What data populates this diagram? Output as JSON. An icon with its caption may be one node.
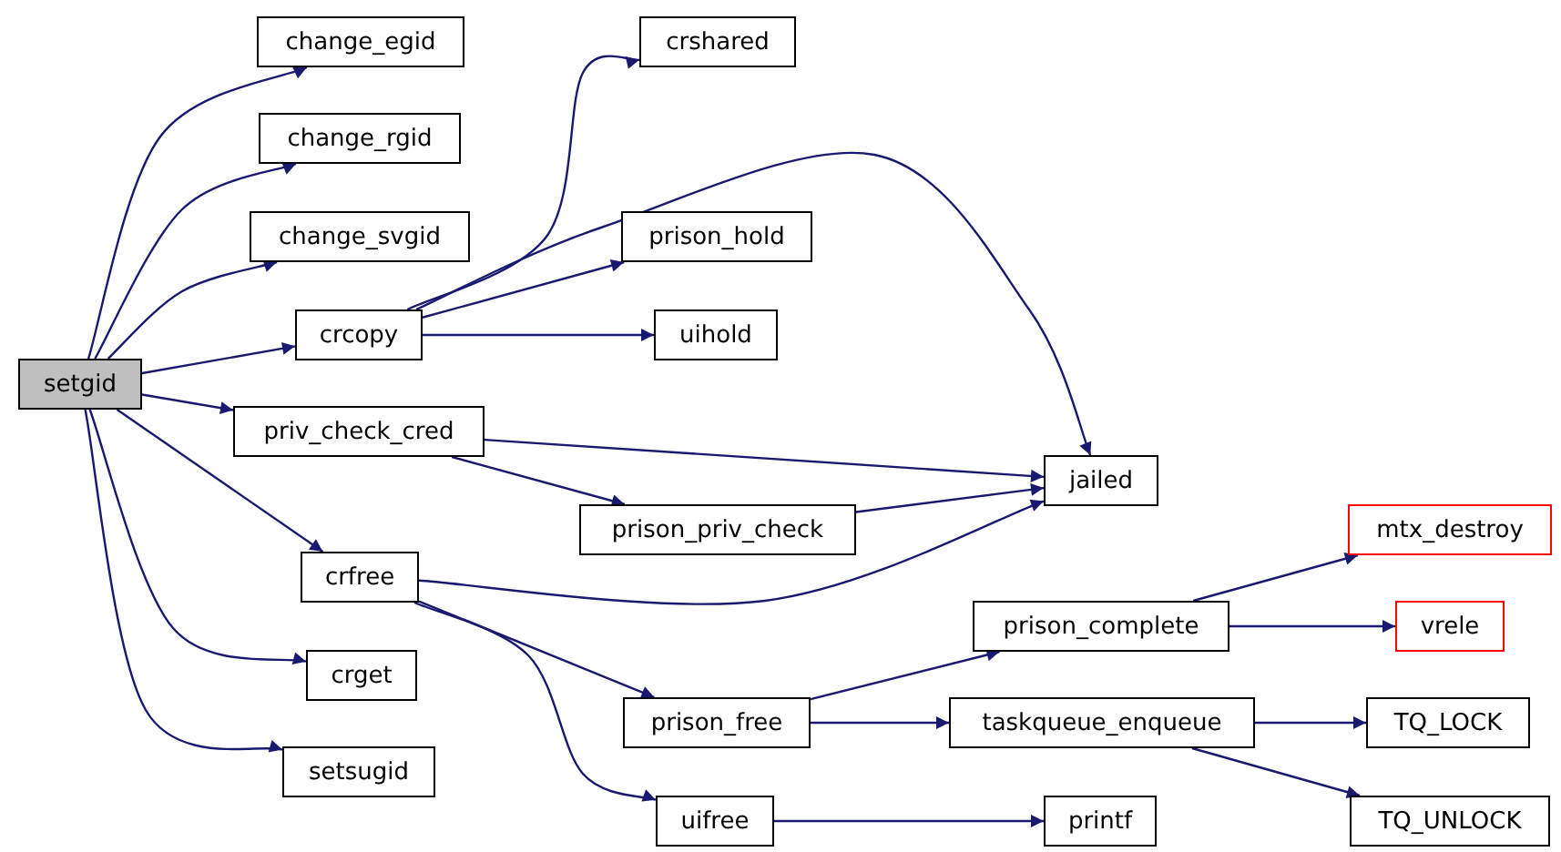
{
  "diagram": {
    "nodes": [
      {
        "text": [
          "setgid"
        ]
      },
      {
        "text": [
          "change_egid"
        ]
      },
      {
        "text": [
          "change_rgid"
        ]
      },
      {
        "text": [
          "change_svgid"
        ]
      },
      {
        "text": [
          "crcopy"
        ]
      },
      {
        "text": [
          "priv_check_cred"
        ]
      },
      {
        "text": [
          "crfree"
        ]
      },
      {
        "text": [
          "crget"
        ]
      },
      {
        "text": [
          "setsugid"
        ]
      },
      {
        "text": [
          "crshared"
        ]
      },
      {
        "text": [
          "prison_hold"
        ]
      },
      {
        "text": [
          "uihold"
        ]
      },
      {
        "text": [
          "prison_priv_check"
        ]
      },
      {
        "text": [
          "jailed"
        ]
      },
      {
        "text": [
          "prison_free"
        ]
      },
      {
        "text": [
          "uifree"
        ]
      },
      {
        "text": [
          "prison_complete"
        ]
      },
      {
        "text": [
          "taskqueue_enqueue"
        ]
      },
      {
        "text": [
          "printf"
        ]
      },
      {
        "text": [
          "mtx_destroy"
        ]
      },
      {
        "text": [
          "vrele"
        ]
      },
      {
        "text": [
          "TQ_LOCK"
        ]
      },
      {
        "text": [
          "TQ_UNLOCK"
        ]
      }
    ],
    "edges": [
      {
        "from": 0,
        "to": 1,
        "arrow": "to"
      },
      {
        "from": 0,
        "to": 2,
        "arrow": "to"
      },
      {
        "from": 0,
        "to": 3,
        "arrow": "to"
      },
      {
        "from": 0,
        "to": 4,
        "arrow": "to"
      },
      {
        "from": 0,
        "to": 5,
        "arrow": "to"
      },
      {
        "from": 0,
        "to": 6,
        "arrow": "to"
      },
      {
        "from": 0,
        "to": 7,
        "arrow": "to"
      },
      {
        "from": 0,
        "to": 8,
        "arrow": "to"
      },
      {
        "from": 4,
        "to": 9,
        "arrow": "to"
      },
      {
        "from": 4,
        "to": 13,
        "arrow": "to"
      },
      {
        "from": 4,
        "to": 10,
        "arrow": "to"
      },
      {
        "from": 4,
        "to": 11,
        "arrow": "to"
      },
      {
        "from": 5,
        "to": 13,
        "arrow": "to"
      },
      {
        "from": 5,
        "to": 12,
        "arrow": "to"
      },
      {
        "from": 6,
        "to": 13,
        "arrow": "to"
      },
      {
        "from": 6,
        "to": 14,
        "arrow": "to"
      },
      {
        "from": 6,
        "to": 15,
        "arrow": "to"
      },
      {
        "from": 12,
        "to": 13,
        "arrow": "to"
      },
      {
        "from": 14,
        "to": 16,
        "arrow": "to"
      },
      {
        "from": 14,
        "to": 17,
        "arrow": "to"
      },
      {
        "from": 15,
        "to": 18,
        "arrow": "to"
      },
      {
        "from": 16,
        "to": 19,
        "arrow": "to"
      },
      {
        "from": 16,
        "to": 20,
        "arrow": "to"
      },
      {
        "from": 17,
        "to": 21,
        "arrow": "to"
      },
      {
        "from": 17,
        "to": 22,
        "arrow": "to"
      }
    ]
  }
}
